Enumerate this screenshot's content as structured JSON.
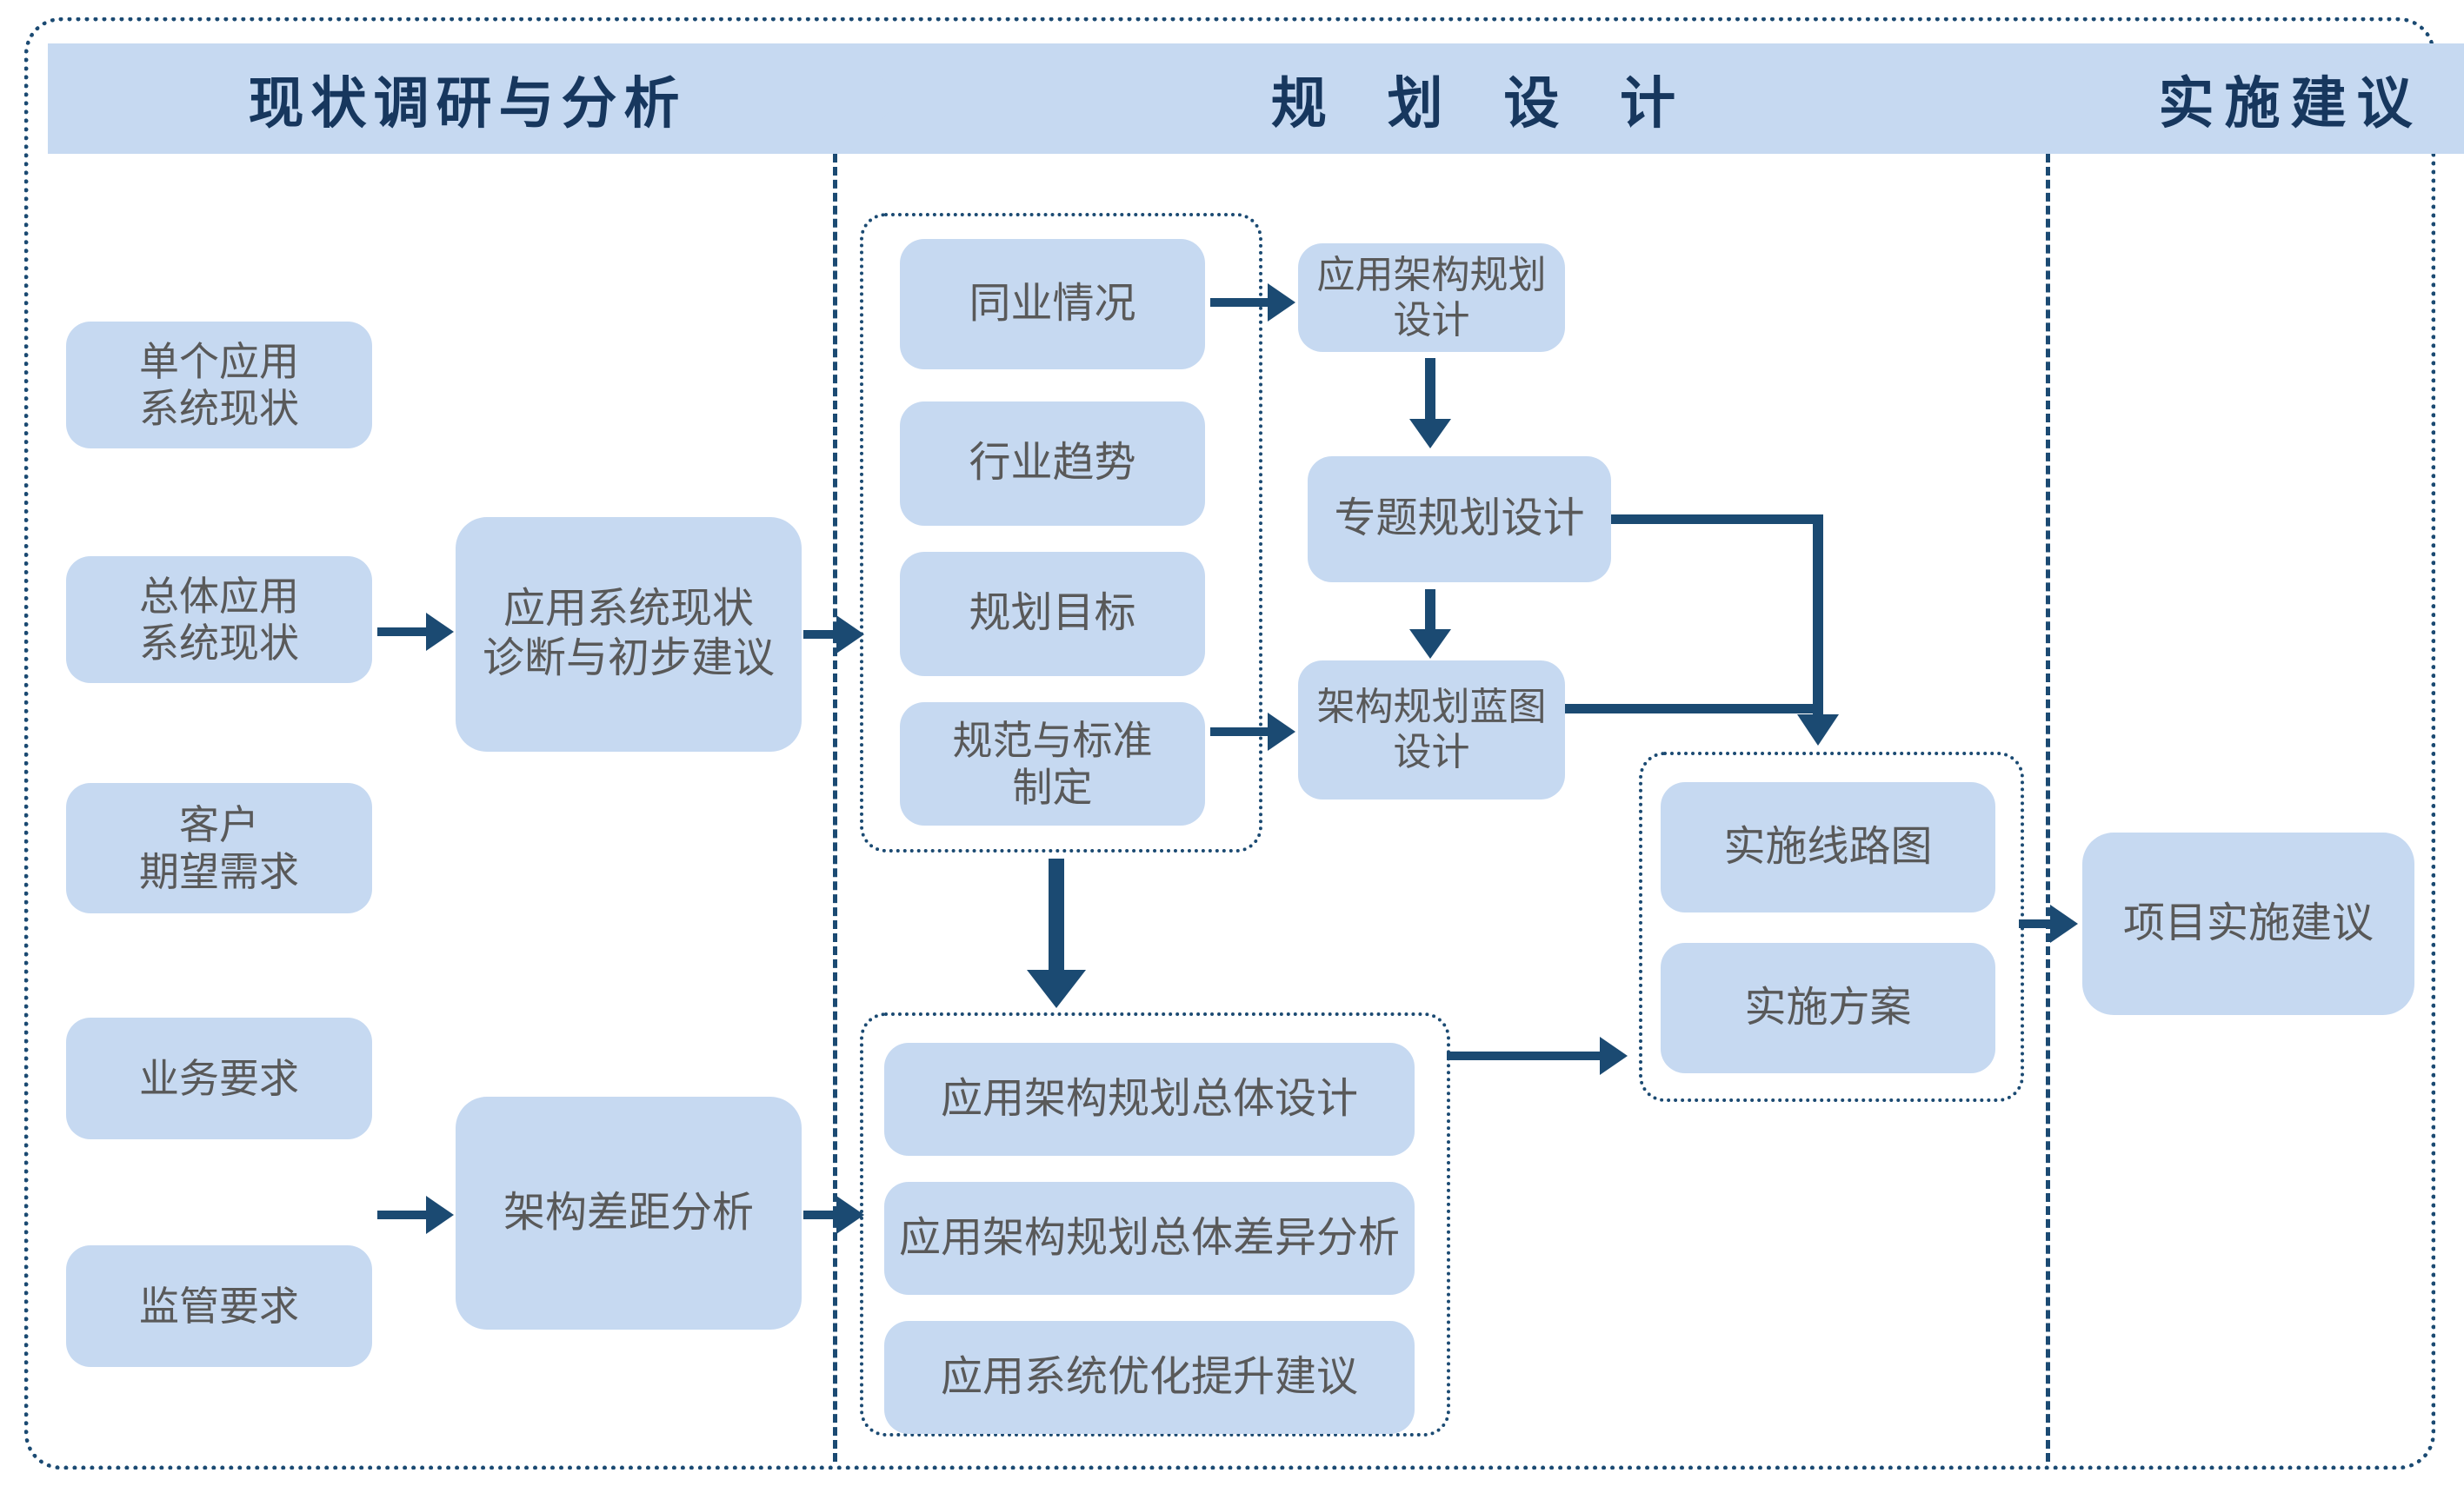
{
  "colors": {
    "box_fill": "#c6d9f1",
    "header_text": "#17375e",
    "body_text": "#595959",
    "line": "#1b4a72"
  },
  "headers": [
    {
      "label": "现状调研与分析"
    },
    {
      "label": "规 划 设 计"
    },
    {
      "label": "实施建议"
    }
  ],
  "phase1": {
    "single_system": "单个应用\n系统现状",
    "overall_system": "总体应用\n系统现状",
    "customer_needs": "客户\n期望需求",
    "business_req": "业务要求",
    "regulatory_req": "监管要求",
    "diagnosis": "应用系统现状\n诊断与初步建议",
    "gap_analysis": "架构差距分析"
  },
  "phase2": {
    "research_items": [
      "同业情况",
      "行业趋势",
      "规划目标",
      "规范与标准\n制定"
    ],
    "app_arch_design": "应用架构规划\n设计",
    "special_planning": "专题规划设计",
    "blueprint_design": "架构规划蓝图\n设计",
    "overall_items": [
      "应用架构规划总体设计",
      "应用架构规划总体差异分析",
      "应用系统优化提升建议"
    ],
    "impl_items": [
      "实施线路图",
      "实施方案"
    ]
  },
  "phase3": {
    "project_impl": "项目实施建议"
  }
}
